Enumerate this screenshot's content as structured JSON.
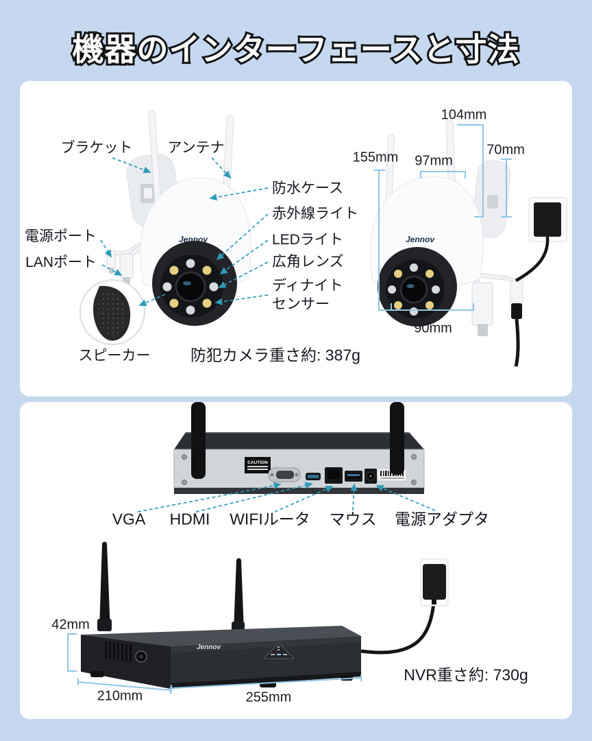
{
  "colors": {
    "background": "#c5d8ef",
    "card": "#ffffff",
    "arrow_teal": "#2e9bb8",
    "dimension_blue": "#8ec6e4",
    "text": "#14171f"
  },
  "title": "機器のインターフェースと寸法",
  "camera_section": {
    "brand": "Jennov",
    "labels": {
      "bracket": "ブラケット",
      "antenna": "アンテナ",
      "waterproof_case": "防水ケース",
      "ir_light": "赤外線ライト",
      "led_light": "LEDライト",
      "wide_angle_lens": "広角レンズ",
      "daynight_sensor": "ディナイト\nセンサー",
      "power_port": "電源ポート",
      "lan_port": "LANポート",
      "speaker": "スピーカー"
    },
    "weight": "防犯カメラ重さ約: 387g",
    "dimensions": {
      "antenna_height": "104mm",
      "bracket_height": "70mm",
      "body_height": "155mm",
      "top_width": "97mm",
      "base_width": "90mm"
    }
  },
  "nvr_section": {
    "brand": "Jennov",
    "caution_label": "CAUTION",
    "rear_ports": [
      "VGA",
      "HDMI",
      "WIFIルータ",
      "マウス",
      "電源アダプタ"
    ],
    "weight": "NVR重さ約: 730g",
    "dimensions": {
      "height": "42mm",
      "depth": "210mm",
      "width": "255mm"
    }
  }
}
